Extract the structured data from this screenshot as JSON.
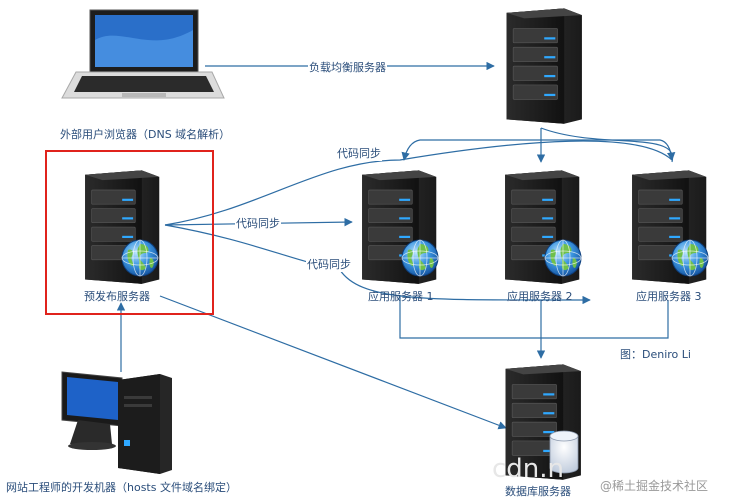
{
  "nodes": {
    "client": {
      "label": "外部用户浏览器（DNS 域名解析）"
    },
    "lb": {
      "label": ""
    },
    "prerelease": {
      "label": "预发布服务器"
    },
    "app1": {
      "label": "应用服务器 1"
    },
    "app2": {
      "label": "应用服务器 2"
    },
    "app3": {
      "label": "应用服务器 3"
    },
    "db": {
      "label": "数据库服务器"
    },
    "dev": {
      "label": "网站工程师的开发机器（hosts 文件域名绑定）"
    }
  },
  "edges": {
    "client_lb": {
      "label": "负载均衡服务器"
    },
    "sync_top": {
      "label": "代码同步"
    },
    "sync_mid": {
      "label": "代码同步"
    },
    "sync_bottom": {
      "label": "代码同步"
    }
  },
  "credit": "图：Deniro Li",
  "watermark_left": "cdn.n",
  "watermark_right": "@稀土掘金技术社区",
  "colors": {
    "line": "#2e6da4",
    "highlight": "#e0231c",
    "label": "#2a4d7a"
  }
}
